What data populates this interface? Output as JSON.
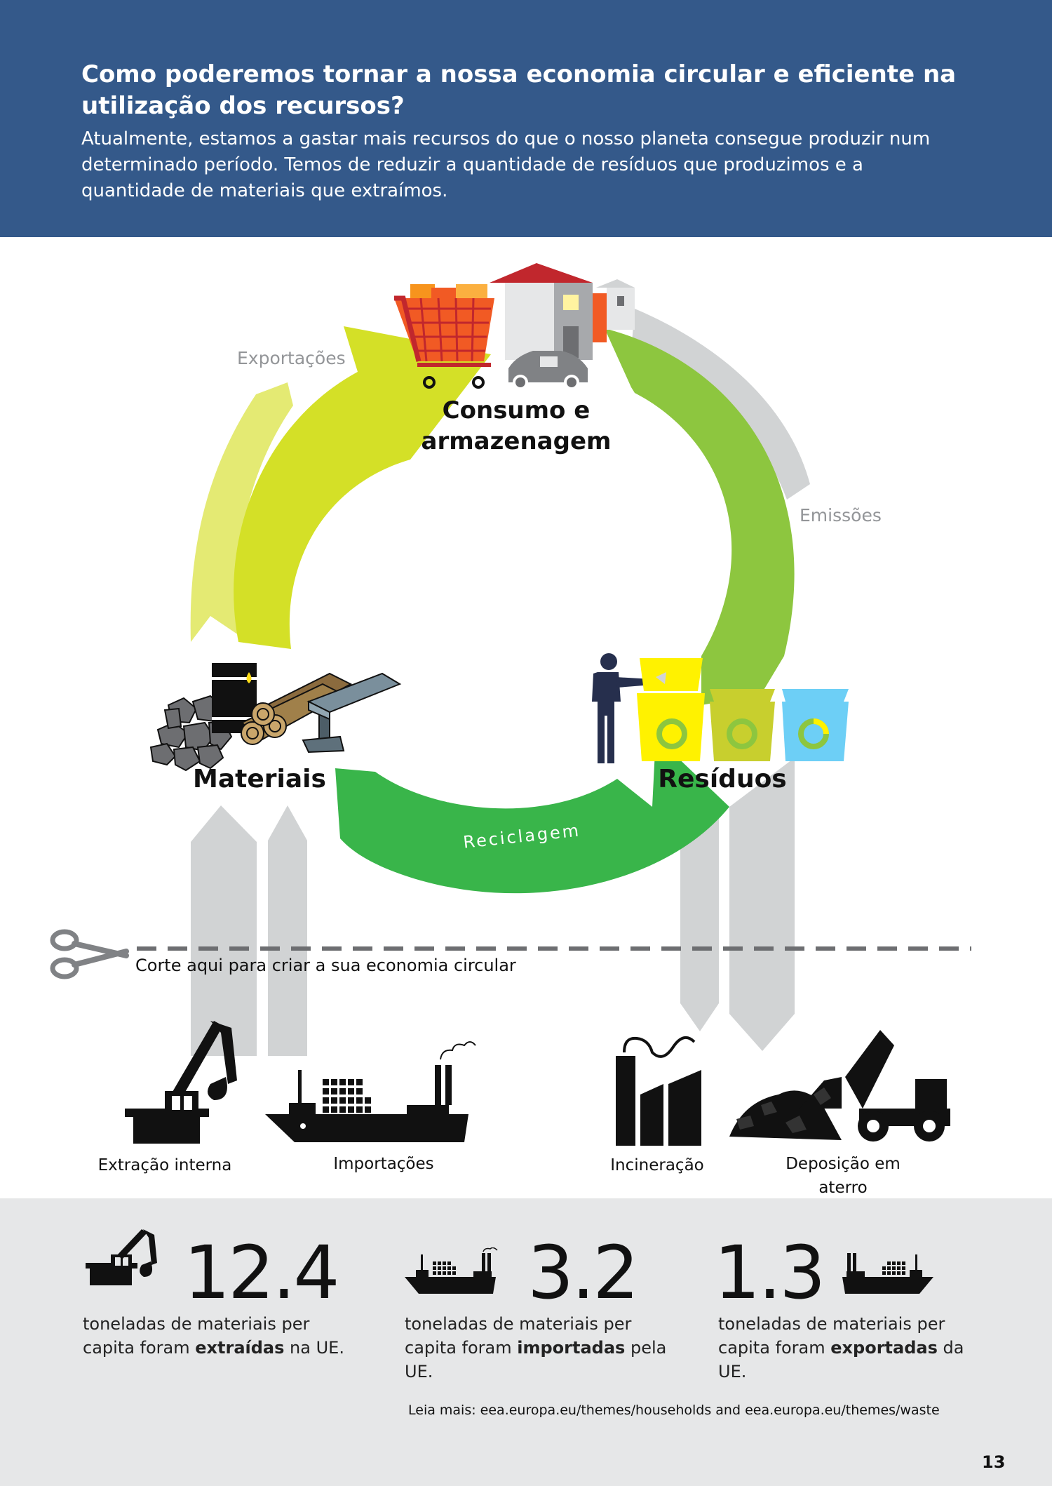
{
  "header": {
    "title": "Como poderemos tornar a nossa economia circular e eficiente na utilização dos recursos?",
    "text": "Atualmente, estamos a gastar mais recursos do que o nosso planeta consegue produzir num determinado período. Temos de reduzir a quantidade de resíduos que produzimos e a quantidade de materiais que extraímos."
  },
  "cycle": {
    "consumo_line1": "Consumo e",
    "consumo_line2": "armazenagem",
    "materiais": "Materiais",
    "residuos": "Resíduos",
    "reciclagem": "Reciclagem",
    "exportacoes": "Exportações",
    "emissoes": "Emissões"
  },
  "cut": {
    "label": "Corte aqui para criar a sua economia circular"
  },
  "sources": {
    "extracao": "Extração interna",
    "importacoes": "Importações",
    "incineracao": "Incineração",
    "deposicao_line1": "Deposição em",
    "deposicao_line2": "aterro"
  },
  "stats": [
    {
      "value": "12.4",
      "pre": "toneladas de materiais per capita foram ",
      "bold": "extraídas",
      "post": " na UE."
    },
    {
      "value": "3.2",
      "pre": "toneladas de materiais per capita foram ",
      "bold": "importadas",
      "post": " pela UE."
    },
    {
      "value": "1.3",
      "pre": "toneladas de materiais per capita foram ",
      "bold": "exportadas",
      "post": " da UE."
    }
  ],
  "footer": {
    "more": "Leia mais: eea.europa.eu/themes/households and eea.europa.eu/themes/waste",
    "page": "13"
  },
  "colors": {
    "header_bg": "#34598a",
    "arrow_top": "#d4e027",
    "arrow_right": "#8dc63f",
    "arrow_bottom": "#39b54a",
    "arrow_export": "#e4ea73",
    "arrow_grey": "#d1d3d4",
    "stats_bg": "#e6e7e8"
  }
}
